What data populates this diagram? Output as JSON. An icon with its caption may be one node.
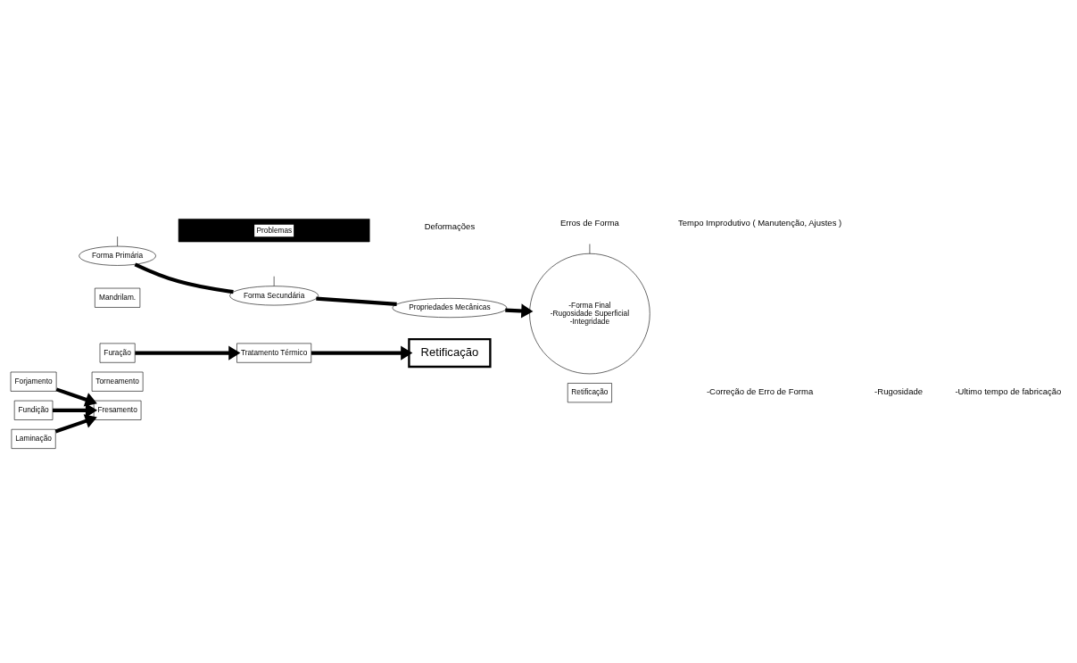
{
  "diagram": {
    "nodes": [
      {
        "text": [
          "Forjamento"
        ]
      },
      {
        "text": [
          "Fundição"
        ]
      },
      {
        "text": [
          "Laminação"
        ]
      },
      {
        "text": [
          "Torneamento"
        ]
      },
      {
        "text": [
          "Fresamento"
        ]
      },
      {
        "text": [
          "Furação"
        ]
      },
      {
        "text": [
          "Mandrilam."
        ]
      },
      {
        "text": [
          "Tratamento Térmico"
        ]
      },
      {
        "text": [
          "Retificação"
        ]
      },
      {
        "text": [
          "Forma Primária"
        ]
      },
      {
        "text": [
          "Forma Secundária"
        ]
      },
      {
        "text": [
          "Propriedades Mecânicas"
        ]
      },
      {
        "text": [
          "-Forma Final",
          "-Rugosidade Superficial",
          "-Integridade"
        ]
      },
      {
        "text": [
          "Retificação"
        ]
      },
      {
        "text": [
          "Problemas"
        ]
      }
    ],
    "edges": [
      {
        "from": 0,
        "to": 4,
        "arrow": "to"
      },
      {
        "from": 1,
        "to": 4,
        "arrow": "to"
      },
      {
        "from": 2,
        "to": 4,
        "arrow": "to"
      },
      {
        "from": 5,
        "to": 7,
        "arrow": "to"
      },
      {
        "from": 7,
        "to": 8,
        "arrow": "to"
      },
      {
        "from": 9,
        "to": 10,
        "arrow": "none"
      },
      {
        "from": 10,
        "to": 11,
        "arrow": "none"
      },
      {
        "from": 11,
        "to": 12,
        "arrow": "to"
      },
      {
        "from": null,
        "to": 9,
        "arrow": "none"
      },
      {
        "from": null,
        "to": 10,
        "arrow": "none"
      },
      {
        "from": null,
        "to": 12,
        "arrow": "none"
      }
    ],
    "labels": [
      "Deformações",
      "Erros de Forma",
      "Tempo Improdutivo ( Manutenção, Ajustes )",
      "-Correção de Erro de Forma",
      "-Rugosidade",
      "-Ultimo tempo de fabricação"
    ]
  }
}
